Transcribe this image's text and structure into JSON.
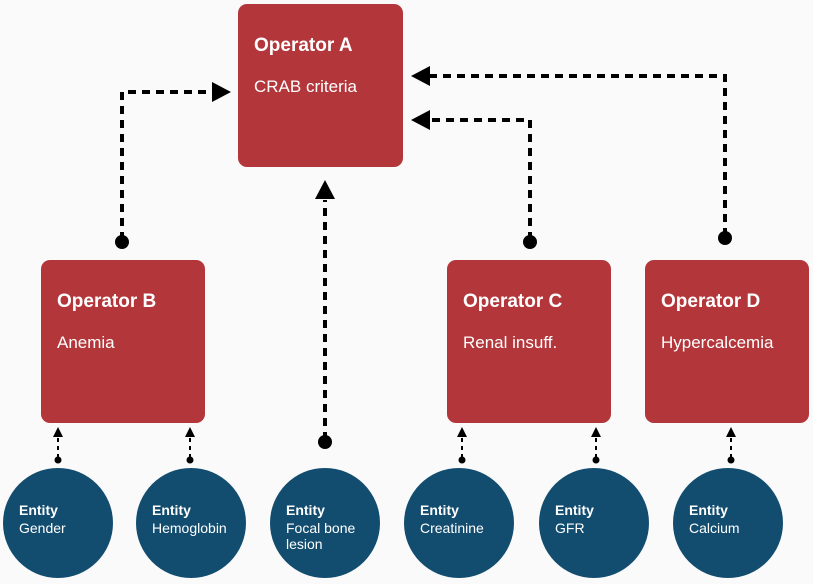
{
  "colors": {
    "operator_fill": "#b3363b",
    "entity_fill": "#124d6f",
    "connector": "#000000",
    "background": "#fafafa"
  },
  "operators": [
    {
      "id": "A",
      "title": "Operator A",
      "subtitle": "CRAB criteria"
    },
    {
      "id": "B",
      "title": "Operator B",
      "subtitle": "Anemia"
    },
    {
      "id": "C",
      "title": "Operator C",
      "subtitle": "Renal insuff."
    },
    {
      "id": "D",
      "title": "Operator D",
      "subtitle": "Hypercalcemia"
    }
  ],
  "entities": [
    {
      "label": "Entity",
      "name": "Gender"
    },
    {
      "label": "Entity",
      "name": "Hemoglobin"
    },
    {
      "label": "Entity",
      "name": "Focal bone\nlesion"
    },
    {
      "label": "Entity",
      "name": "Creatinine"
    },
    {
      "label": "Entity",
      "name": "GFR"
    },
    {
      "label": "Entity",
      "name": "Calcium"
    }
  ],
  "connections": [
    {
      "from": "Operator B",
      "to": "Operator A"
    },
    {
      "from": "Focal bone lesion",
      "to": "Operator A"
    },
    {
      "from": "Operator C",
      "to": "Operator A"
    },
    {
      "from": "Operator D",
      "to": "Operator A"
    },
    {
      "from": "Gender",
      "to": "Operator B"
    },
    {
      "from": "Hemoglobin",
      "to": "Operator B"
    },
    {
      "from": "Creatinine",
      "to": "Operator C"
    },
    {
      "from": "GFR",
      "to": "Operator C"
    },
    {
      "from": "Calcium",
      "to": "Operator D"
    }
  ]
}
